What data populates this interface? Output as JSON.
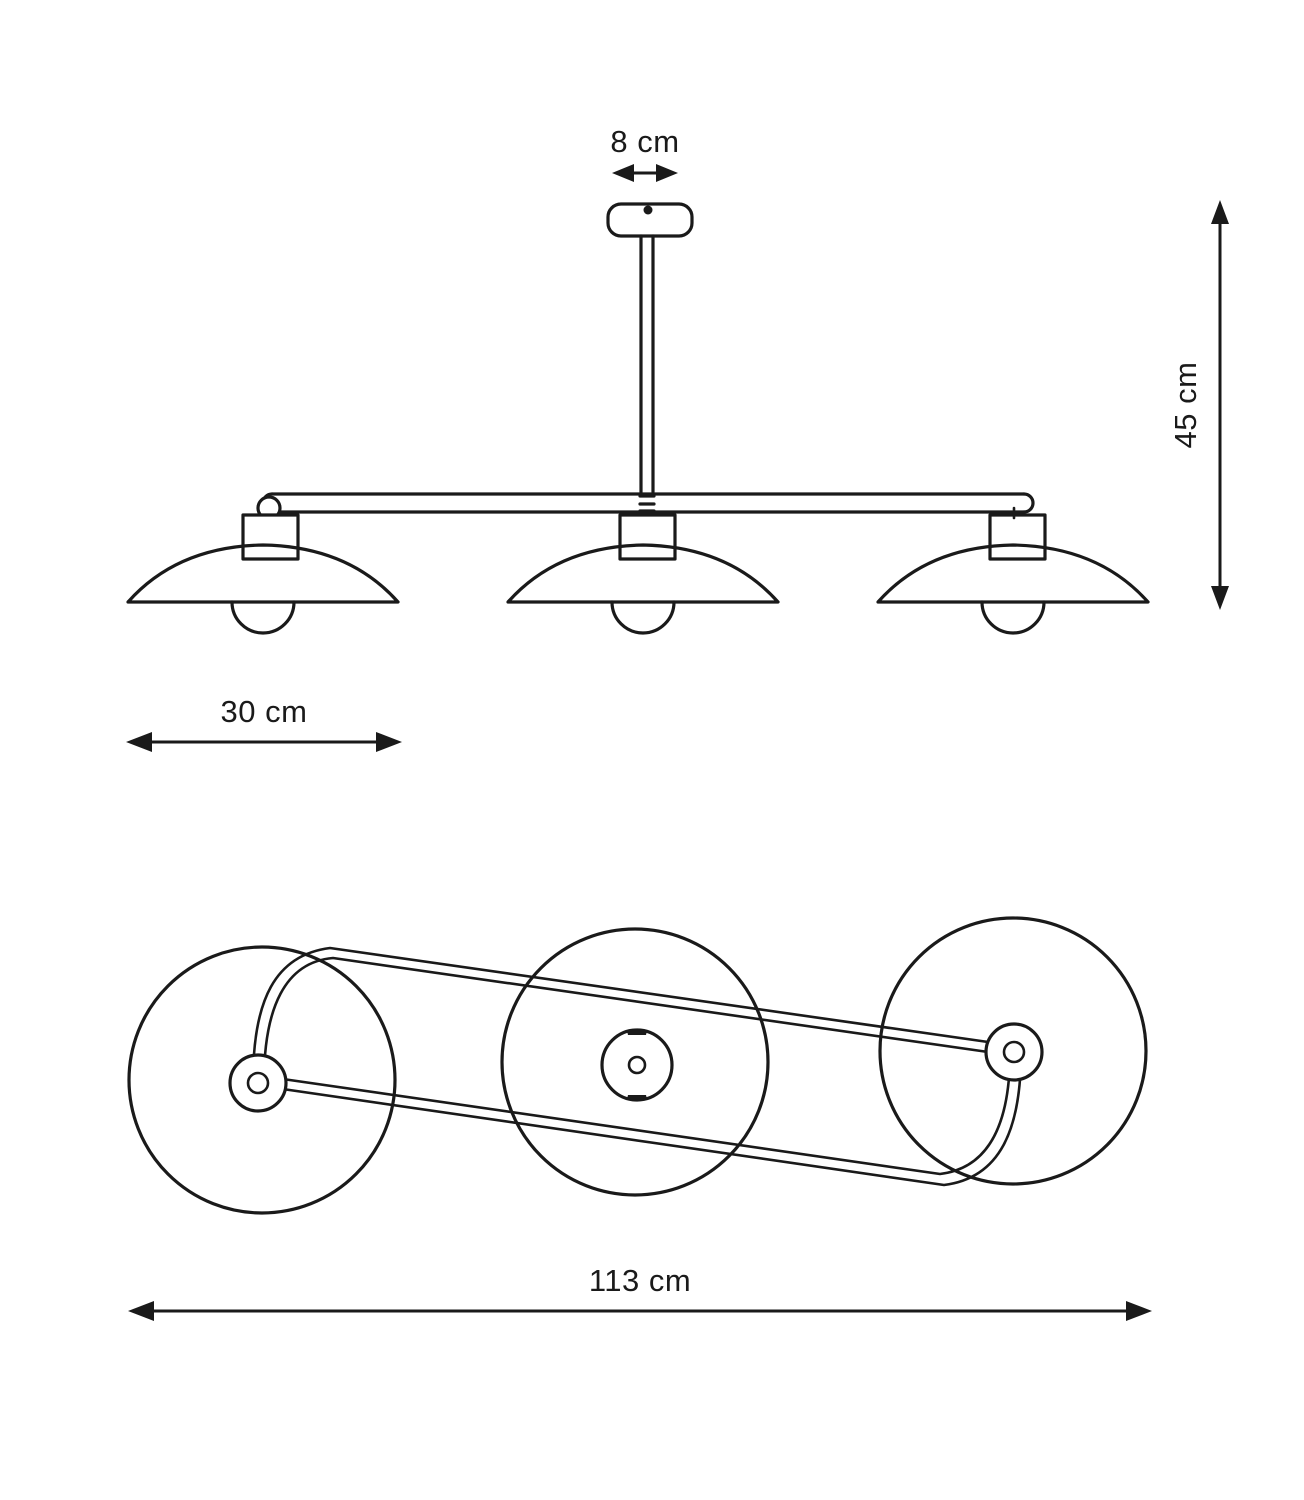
{
  "drawing": {
    "title": "three-light pendant lamp technical dimension drawing",
    "background_color": "#ffffff",
    "line_color": "#1a1a1a",
    "views": [
      {
        "name": "front-elevation",
        "description": "front view of three-light pendant bar with dome shades"
      },
      {
        "name": "bottom-plan",
        "description": "plan view showing three circular shades and connecting arm"
      }
    ]
  },
  "dimensions": {
    "canopy_width": {
      "label": "8 cm",
      "value": 8,
      "unit": "cm",
      "orientation": "horizontal",
      "measures": "ceiling canopy width"
    },
    "drop_height": {
      "label": "45 cm",
      "value": 45,
      "unit": "cm",
      "orientation": "vertical",
      "measures": "total fixture drop height"
    },
    "shade_diameter": {
      "label": "30 cm",
      "value": 30,
      "unit": "cm",
      "orientation": "horizontal",
      "measures": "single shade diameter"
    },
    "total_length": {
      "label": "113 cm",
      "value": 113,
      "unit": "cm",
      "orientation": "horizontal",
      "measures": "overall fixture length"
    }
  },
  "parts": {
    "canopy": "ceiling-canopy",
    "stem": "vertical-stem-rod",
    "bar": "horizontal-support-bar",
    "shade_left": "lamp-shade-left",
    "shade_center": "lamp-shade-center",
    "shade_right": "lamp-shade-right",
    "bulb": "light-bulb",
    "socket": "socket-housing",
    "joint": "ball-joint"
  }
}
